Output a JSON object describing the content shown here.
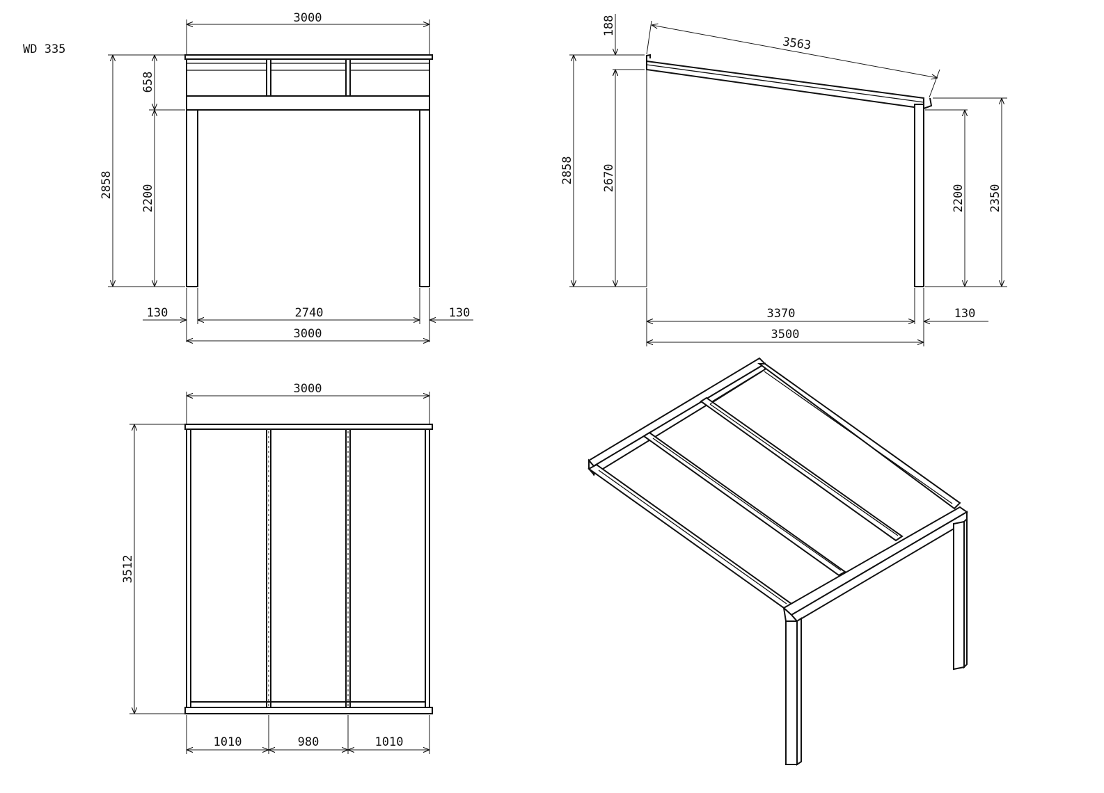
{
  "title": "WD 335",
  "front_view": {
    "overall_width": "3000",
    "roof_height": "658",
    "total_height": "2858",
    "clear_height": "2200",
    "post_left": "130",
    "inner_width": "2740",
    "post_right": "130",
    "bottom_width": "3000"
  },
  "side_view": {
    "rise": "188",
    "rafter_length": "3563",
    "total_height": "2858",
    "wall_height": "2670",
    "clear_height": "2200",
    "gutter_height": "2350",
    "inner_depth": "3370",
    "post_width": "130",
    "overall_depth": "3500"
  },
  "plan_view": {
    "overall_width": "3000",
    "overall_depth": "3512",
    "bay_left": "1010",
    "bay_middle": "980",
    "bay_right": "1010"
  }
}
